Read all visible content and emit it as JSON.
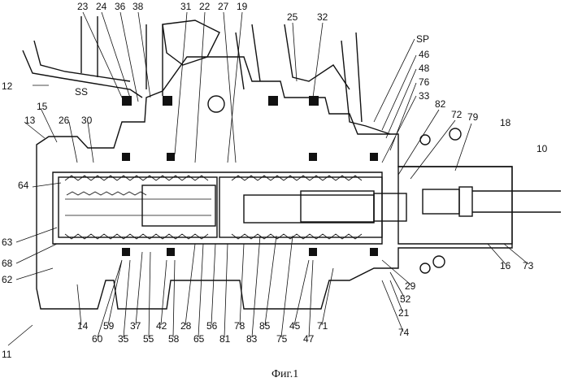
{
  "labels_top": [
    "23",
    "24",
    "36",
    "38",
    "31",
    "22",
    "27",
    "19",
    "25",
    "32",
    "SP",
    "46",
    "48",
    "76",
    "33",
    "82",
    "72",
    "79",
    "18",
    "10"
  ],
  "labels_left": [
    "12",
    "SS",
    "15",
    "13",
    "26",
    "30",
    "64",
    "63",
    "68",
    "62",
    "11"
  ],
  "labels_bottom": [
    "14",
    "59",
    "60",
    "35",
    "37",
    "55",
    "42",
    "58",
    "28",
    "65",
    "56",
    "81",
    "78",
    "83",
    "85",
    "75",
    "45",
    "47",
    "71",
    "29",
    "52",
    "21",
    "74",
    "16",
    "73"
  ],
  "caption": "Фиг.1"
}
